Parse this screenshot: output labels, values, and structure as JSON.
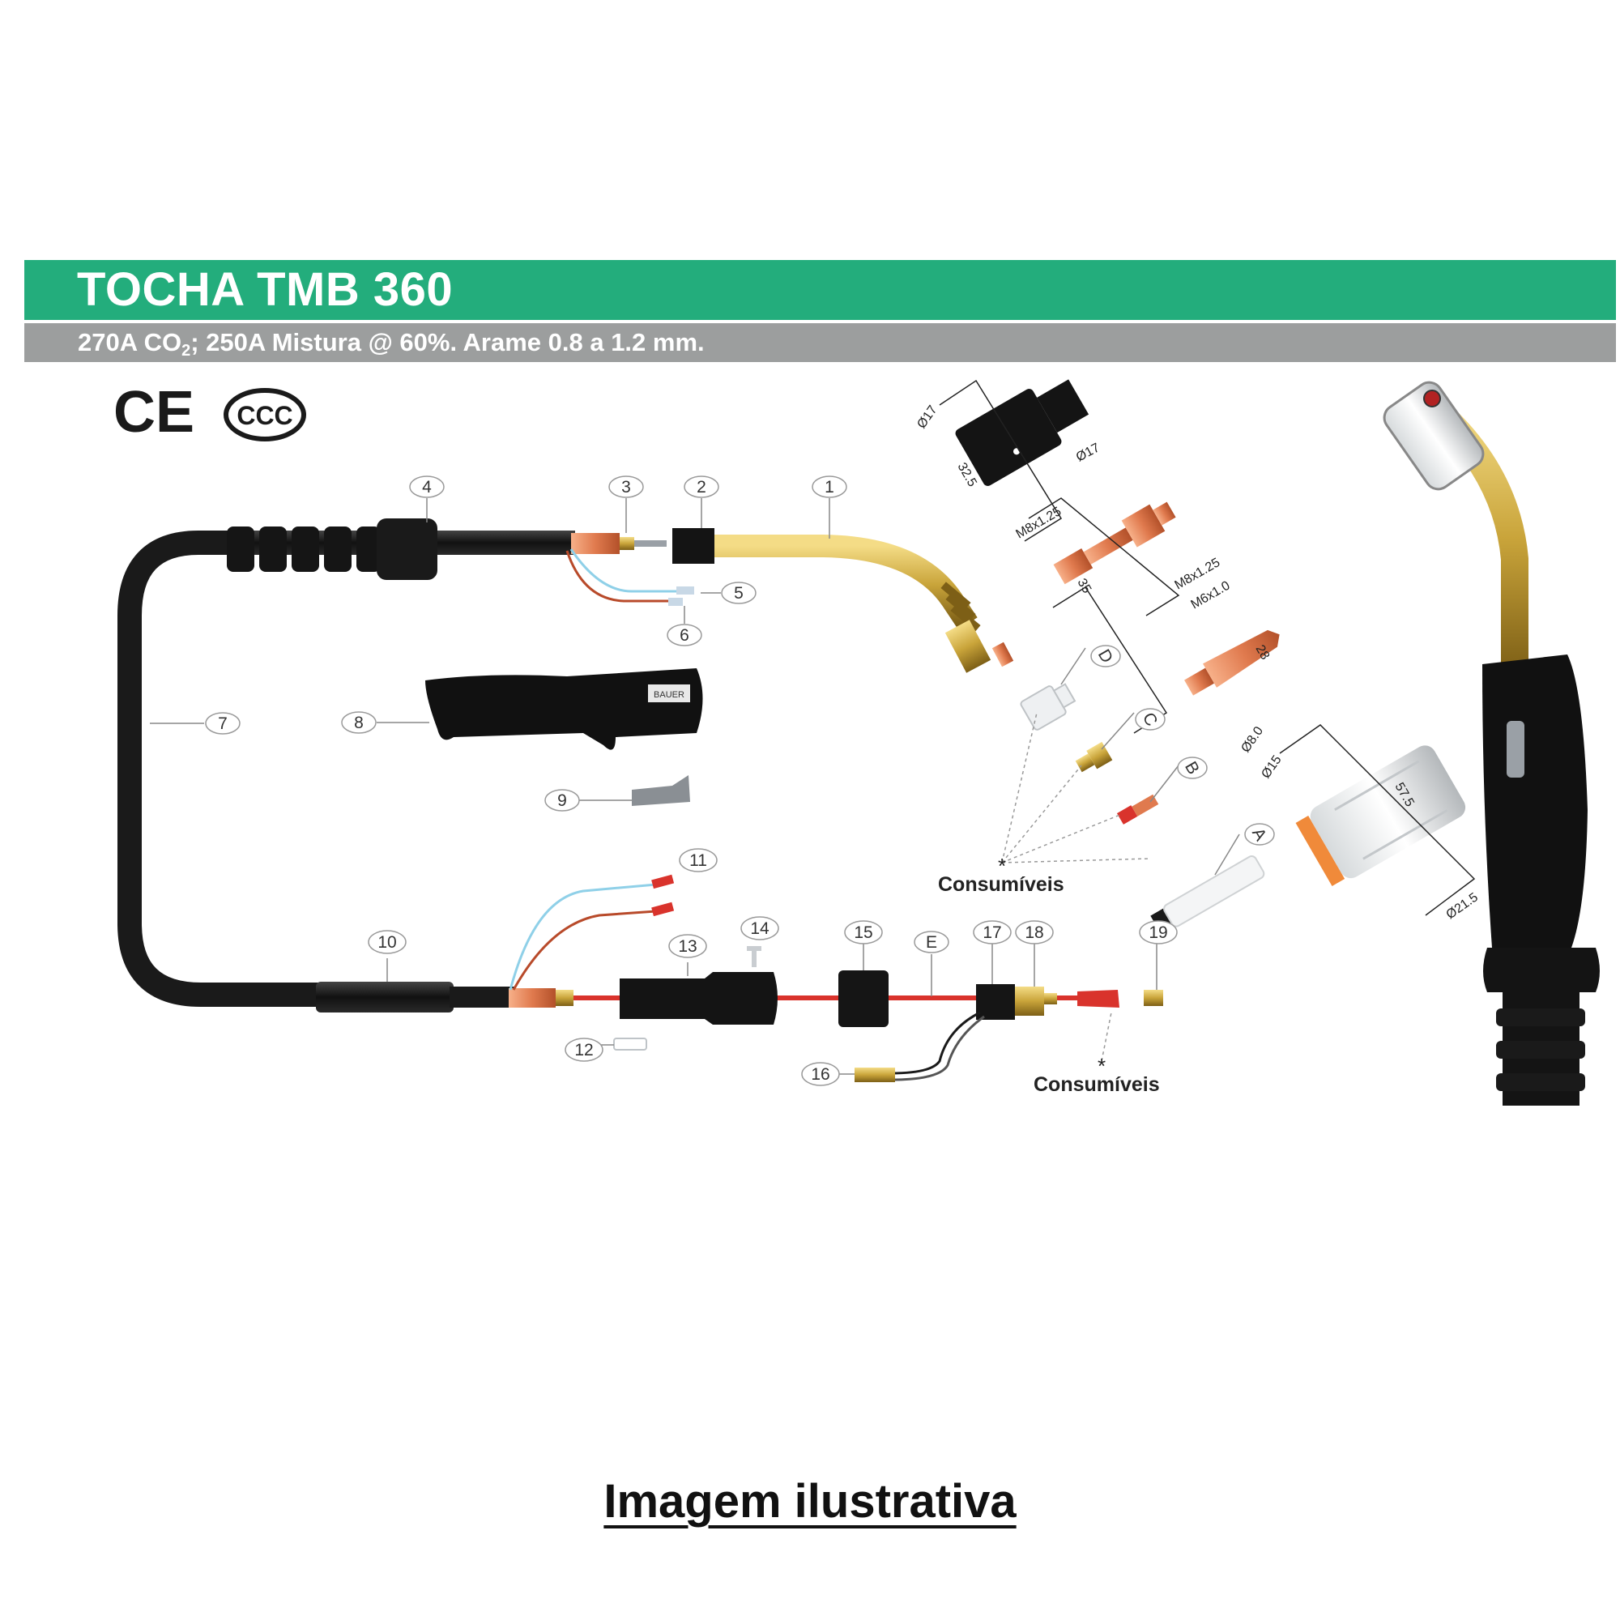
{
  "header": {
    "title": "TOCHA TMB 360",
    "subtitle_pre": "270A CO",
    "subtitle_sub": "2",
    "subtitle_post": "; 250A Mistura @ 60%. Arame 0.8 a 1.2 mm."
  },
  "marks": {
    "ce": "CE",
    "ccc": "CCC"
  },
  "labels": {
    "p1": "1",
    "p2": "2",
    "p3": "3",
    "p4": "4",
    "p5": "5",
    "p6": "6",
    "p7": "7",
    "p8": "8",
    "p9": "9",
    "p10": "10",
    "p11": "11",
    "p12": "12",
    "p13": "13",
    "p14": "14",
    "p15": "15",
    "p16": "16",
    "p17": "17",
    "p18": "18",
    "p19": "19",
    "pA": "A",
    "pB": "B",
    "pC": "C",
    "pD": "D",
    "pE": "E"
  },
  "consumables_label": "Consumíveis",
  "asterisk": "*",
  "dimensions": {
    "d17a": "Ø17",
    "d32_5": "32.5",
    "d17b": "Ø17",
    "m8a": "M8x1.25",
    "d35": "35",
    "m8b": "M8x1.25",
    "m6": "M6x1.0",
    "d28": "28",
    "d8": "Ø8.0",
    "d15": "Ø15",
    "d57_5": "57.5",
    "d21_5": "Ø21.5"
  },
  "handle_brand": "BAUER",
  "caption": "Imagem ilustrativa",
  "colors": {
    "green": "#23ad7c",
    "grey": "#9c9e9e",
    "black": "#1a1a1a",
    "brass": "#c9a43a",
    "copper": "#e07a4e",
    "red": "#d9332c",
    "blue": "#8fd0e8"
  }
}
